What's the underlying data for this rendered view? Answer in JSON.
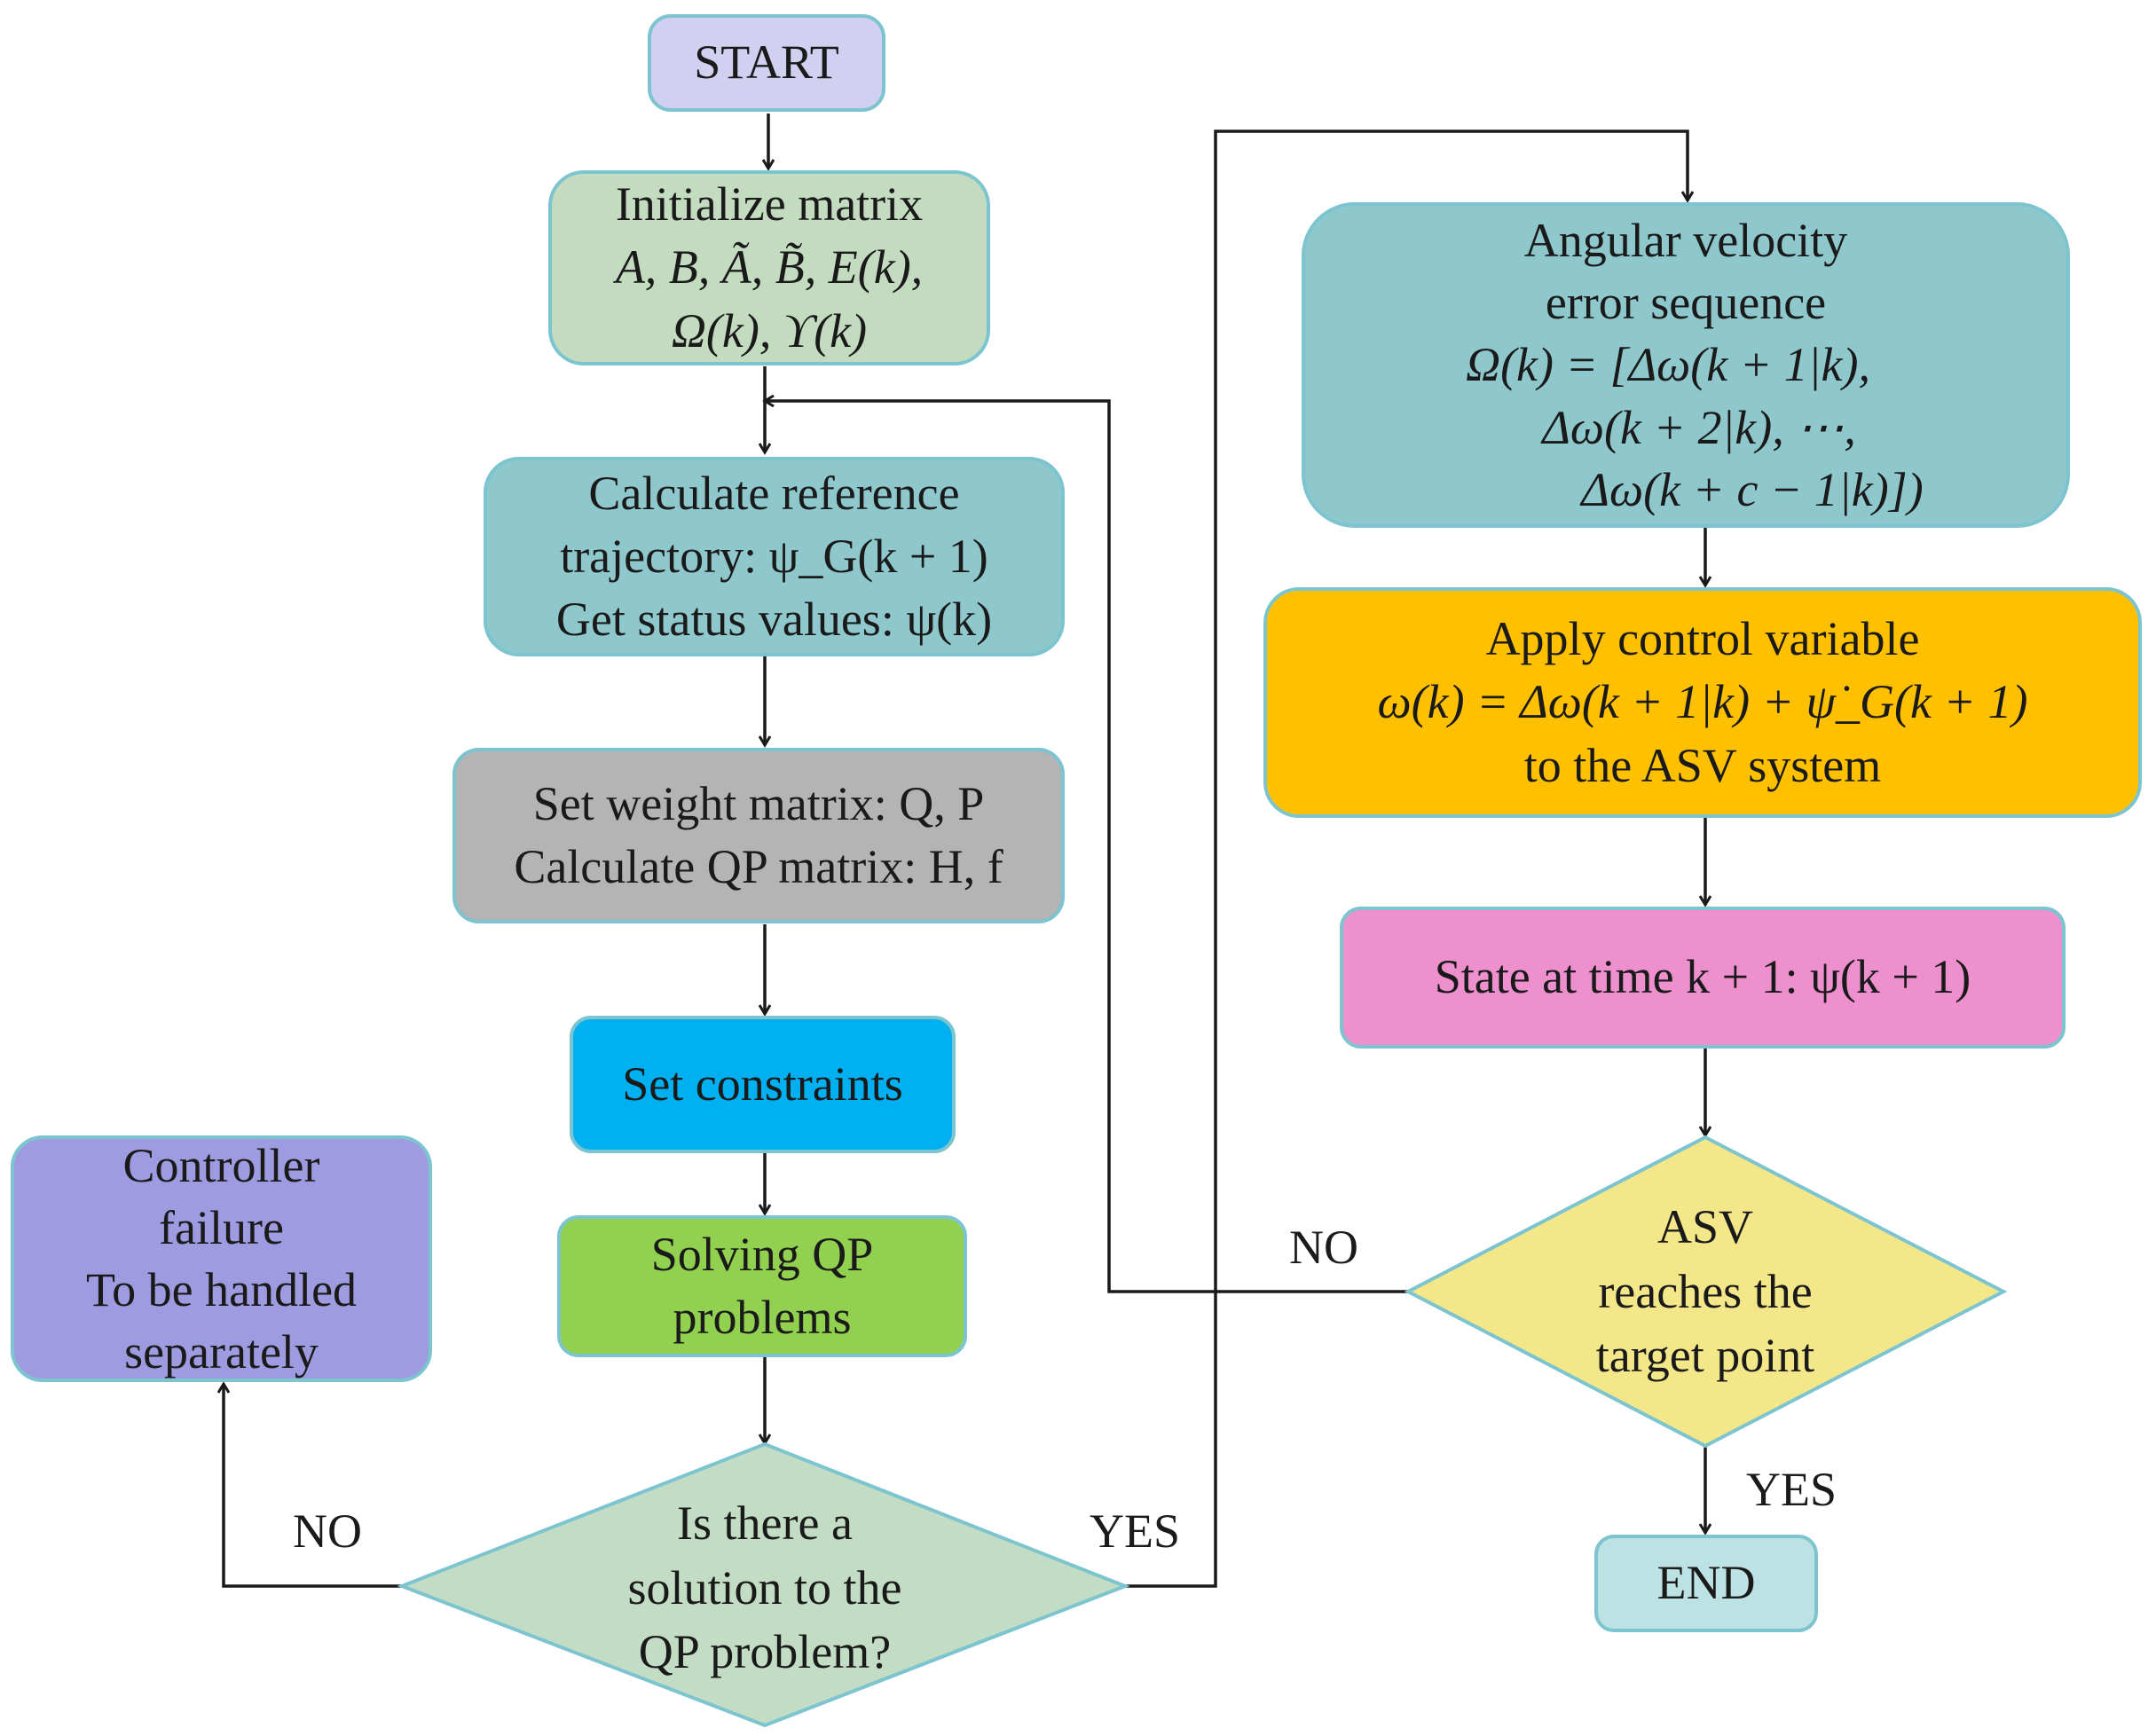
{
  "nodes": {
    "start": {
      "text": "START",
      "color": "#d2d0f0"
    },
    "initialize": {
      "color": "#c3dcc0",
      "lines": [
        "Initialize matrix",
        "A, B, Ã, B̃, E(k),",
        "Ω(k), ϒ(k)"
      ]
    },
    "reference": {
      "color": "#8fc8cc",
      "lines": [
        "Calculate reference",
        "trajectory:  ψ_G(k + 1)",
        "Get status values: ψ(k)"
      ]
    },
    "weight": {
      "color": "#b4b4b4",
      "lines": [
        "Set weight matrix:  Q, P",
        "Calculate QP matrix: H, f"
      ]
    },
    "constraints": {
      "color": "#00b0f0",
      "text": "Set constraints"
    },
    "solving": {
      "color": "#92d050",
      "lines": [
        "Solving QP",
        "problems"
      ]
    },
    "solution_check": {
      "color": "#c3dcc4",
      "lines": [
        "Is there a",
        "solution to the",
        "QP problem?"
      ]
    },
    "failure": {
      "color": "#9e9be0",
      "lines": [
        "Controller",
        "failure",
        "To be handled",
        "separately"
      ]
    },
    "angular": {
      "color": "#8fc8cc",
      "lines": [
        "Angular velocity",
        "error sequence",
        "Ω(k) = [Δω(k + 1|k),",
        "Δω(k + 2|k), ⋯,",
        "Δω(k + c − 1|k)])"
      ]
    },
    "apply": {
      "color": "#ffc000",
      "lines": [
        "Apply control variable",
        "ω(k) = Δω(k + 1|k) + ψ̇_G(k + 1)",
        "to the ASV system"
      ]
    },
    "state": {
      "color": "#ee8fce",
      "text": "State at time k + 1:  ψ(k + 1)"
    },
    "target_check": {
      "color": "#f4e78a",
      "lines": [
        "ASV",
        "reaches the",
        "target point"
      ]
    },
    "end": {
      "color": "#bde2e4",
      "text": "END"
    }
  },
  "labels": {
    "no_left": "NO",
    "yes_bottom": "YES",
    "no_right": "NO",
    "yes_end": "YES"
  }
}
